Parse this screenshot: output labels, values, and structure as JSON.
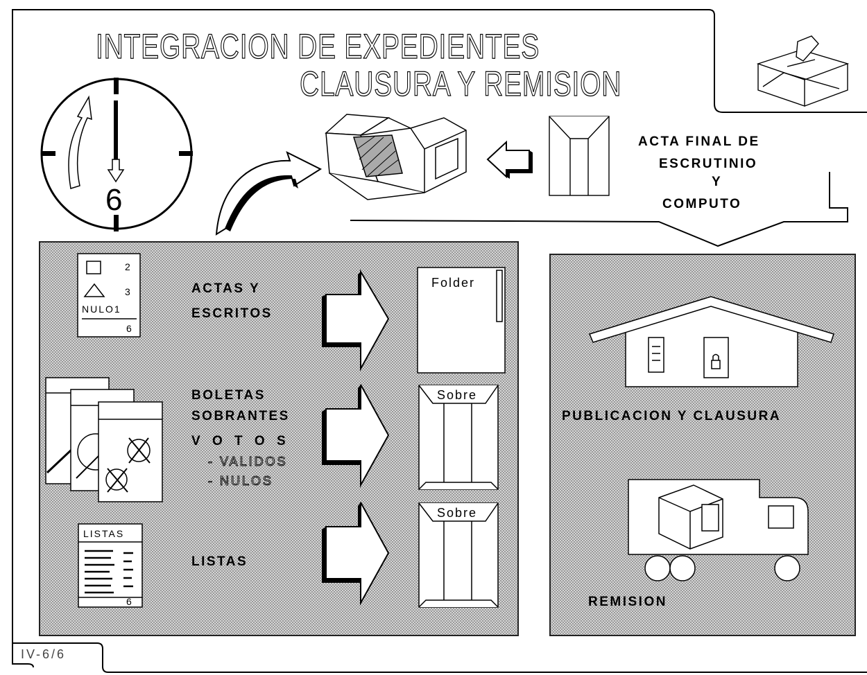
{
  "title": {
    "line1": "INTEGRACION DE EXPEDIENTES",
    "line2": "CLAUSURA  Y  REMISION"
  },
  "clock": {
    "hour_label": "6"
  },
  "acta_final": {
    "line1": "ACTA FINAL DE",
    "line2": "ESCRUTINIO",
    "line3": "Y",
    "line4": "COMPUTO"
  },
  "left_panel": {
    "acta_icon": {
      "row1": "2",
      "row2": "3",
      "nulo": "NULO1",
      "total": "6"
    },
    "actas": {
      "line1": "ACTAS  Y",
      "line2": "ESCRITOS"
    },
    "boletas": {
      "line1": "BOLETAS",
      "line2": "SOBRANTES",
      "votos": "V O T O S",
      "validos": "- VALIDOS",
      "nulos": "- NULOS"
    },
    "listas_icon": {
      "header": "LISTAS",
      "page": "6"
    },
    "listas": "LISTAS",
    "containers": {
      "folder": "Folder",
      "sobre1": "Sobre",
      "sobre2": "Sobre"
    }
  },
  "right_panel": {
    "publicacion": "PUBLICACION Y  CLAUSURA",
    "remision": "REMISION"
  },
  "page_label": "IV-6/6"
}
